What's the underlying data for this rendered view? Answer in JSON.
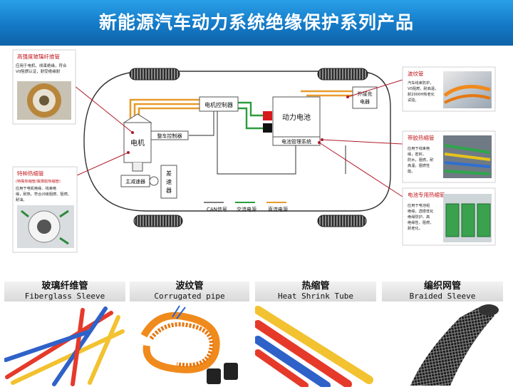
{
  "banner": {
    "title": "新能源汽车动力系统绝缘保护系列产品"
  },
  "diagram": {
    "components": {
      "motor_controller": "电机控制器",
      "power_battery": "动力电池",
      "external_charger_l1": "外接充",
      "external_charger_l2": "电器",
      "motor": "电机",
      "vehicle_controller": "整车控制器",
      "main_reducer": "主减速器",
      "diff_l1": "差",
      "diff_l2": "速",
      "diff_l3": "器",
      "bms": "电池管理系统"
    },
    "legend": {
      "can": "CAN信号",
      "ac": "交流电源",
      "dc": "直流电源",
      "colors": {
        "can": "#555555",
        "ac": "#2a9d3e",
        "dc": "#e89a2c"
      }
    },
    "callouts": {
      "fiberglass_hv": {
        "title": "高强度玻璃纤维管",
        "body": [
          "应用于电机、线束绝缘，符合",
          "V0阻燃认证，耐受绝缘耐"
        ]
      },
      "special_shrink": {
        "title": "特种热缩管",
        "subtitle": "(特殊热缩管/氟橡胶热缩管)",
        "body": [
          "应用于电机绝缘、线束绝",
          "缘，耐热、符合(0级阻燃、阻燃、",
          "耐油。"
        ]
      },
      "corrugated": {
        "title": "波纹管",
        "body": [
          "汽车线束防护，",
          "V0阻燃，耐高温，",
          "耐2000H热老化",
          "试验。"
        ]
      },
      "adhesive_shrink": {
        "title": "带胶热缩管",
        "body": [
          "应用于线束绝",
          "缘，密封，",
          "防水，阻燃，耐",
          "高温，阻燃性",
          "能。"
        ]
      },
      "battery_shrink": {
        "title": "电池专用热缩管",
        "body": [
          "应用于电池组",
          "绝缘，透很低化",
          "绝缘防护，高",
          "绝缘性，阻燃，",
          "耐老化。"
        ]
      }
    }
  },
  "products": [
    {
      "cn": "玻璃纤维管",
      "en": "Fiberglass Sleeve"
    },
    {
      "cn": "波纹管",
      "en": "Corrugated pipe"
    },
    {
      "cn": "热缩管",
      "en": "Heat Shrink Tube"
    },
    {
      "cn": "编织网管",
      "en": "Braided Sleeve"
    }
  ],
  "colors": {
    "banner": "#1479c6",
    "callout_title": "#c0151b",
    "leader": "#b01a2a"
  }
}
